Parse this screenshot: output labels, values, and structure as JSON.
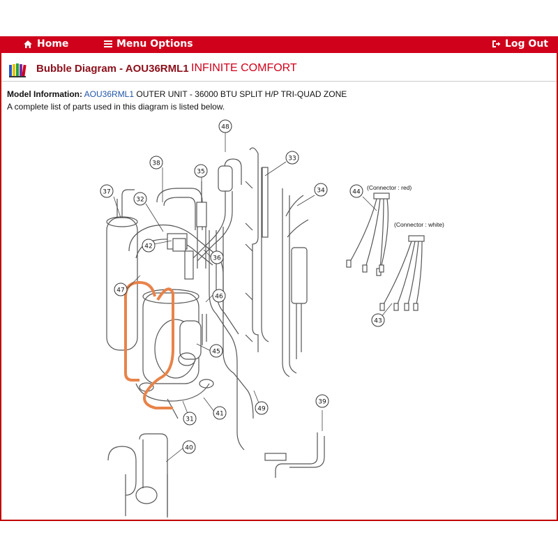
{
  "nav": {
    "home_label": "Home",
    "menu_label": "Menu Options",
    "logout_label": "Log Out"
  },
  "title": {
    "text": "Bubble Diagram - AOU36RML1",
    "brand": "INFINITE COMFORT"
  },
  "model": {
    "label": "Model Information:",
    "link": "AOU36RML1",
    "description": "OUTER UNIT - 36000 BTU SPLIT H/P TRI-QUAD ZONE",
    "note": "A complete list of parts used in this diagram is listed below."
  },
  "diagram": {
    "bubbles": [
      "48",
      "38",
      "35",
      "33",
      "37",
      "34",
      "32",
      "44",
      "42",
      "36",
      "47",
      "46",
      "45",
      "43",
      "31",
      "41",
      "49",
      "39",
      "40"
    ],
    "connector_red": "(Connector : red)",
    "connector_white": "(Connector : white)"
  },
  "colors": {
    "nav_bg": "#d0011b",
    "title_text": "#8b0f1a",
    "brand": "#d0011b",
    "link": "#2255aa",
    "highlight": "#e8834a"
  },
  "icons": {
    "home": "home-icon",
    "menu": "hamburger-icon",
    "logout": "logout-icon",
    "title": "books-icon"
  }
}
